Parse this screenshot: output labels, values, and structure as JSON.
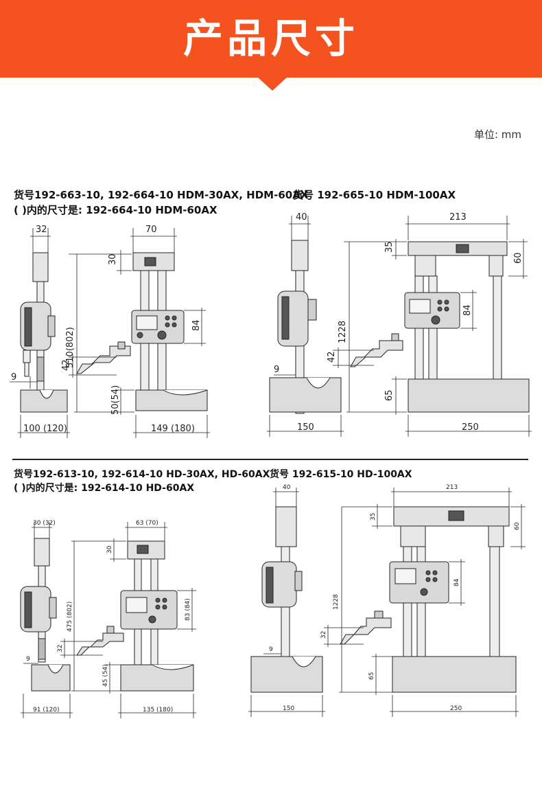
{
  "banner": {
    "title": "产品尺寸"
  },
  "unit_label": "单位: mm",
  "sections": [
    {
      "caption_main": "货号192-663-10, 192-664-10   HDM-30AX, HDM-60AX",
      "caption_sub": "(    )内的尺寸是: 192-664-10     HDM-60AX",
      "dims": {
        "w_top": "32",
        "w_head": "70",
        "h_head": "30",
        "h_total": "510(802)",
        "h_disp": "84",
        "h_arm": "42",
        "x_left": "9",
        "h_base": "50(54)",
        "base_w": "100 (120)",
        "base_w2": "149 (180)"
      }
    },
    {
      "caption_main": "货号  192-665-10    HDM-100AX",
      "dims": {
        "w_top": "40",
        "w_frame": "213",
        "h_top": "35",
        "h_frame": "60",
        "h_total": "1228",
        "h_disp": "84",
        "h_arm": "42",
        "x_left": "9",
        "h_base": "65",
        "base_w": "150",
        "base_w2": "250"
      }
    },
    {
      "caption_main": "货号192-613-10, 192-614-10   HD-30AX, HD-60AX",
      "caption_sub": "(    )内的尺寸是: 192-614-10     HD-60AX",
      "dims": {
        "w_top": "30 (32)",
        "w_head": "63 (70)",
        "h_head": "30",
        "h_total": "475 (802)",
        "h_disp": "83 (84)",
        "h_arm": "32",
        "x_left": "9",
        "h_base": "45 (54)",
        "base_w": "91 (120)",
        "base_w2": "135 (180)"
      }
    },
    {
      "caption_main": "货号  192-615-10     HD-100AX",
      "dims": {
        "w_top": "40",
        "w_frame": "213",
        "h_top": "35",
        "h_frame": "60",
        "h_total": "1228",
        "h_disp": "84",
        "h_arm": "32",
        "x_left": "9",
        "h_base": "65",
        "base_w": "150",
        "base_w2": "250"
      }
    }
  ]
}
